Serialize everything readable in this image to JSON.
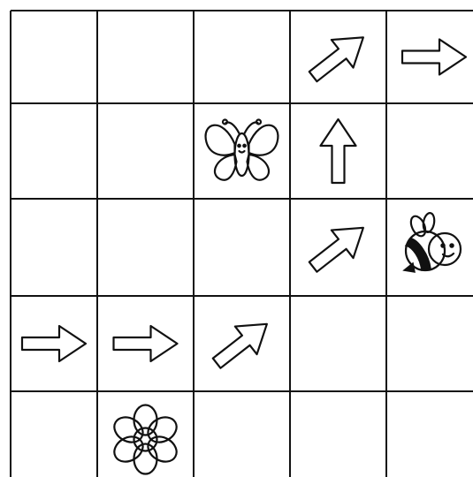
{
  "grid": {
    "rows": 5,
    "cols": 5
  },
  "colors": {
    "line": "#111111",
    "background": "#ffffff"
  },
  "pieces": [
    {
      "kind": "arrow",
      "icon": "arrow-up-right-icon",
      "row": 0,
      "col": 3
    },
    {
      "kind": "arrow",
      "icon": "arrow-right-icon",
      "row": 0,
      "col": 4
    },
    {
      "kind": "butterfly",
      "icon": "butterfly-icon",
      "row": 1,
      "col": 2
    },
    {
      "kind": "arrow",
      "icon": "arrow-up-icon",
      "row": 1,
      "col": 3
    },
    {
      "kind": "arrow",
      "icon": "arrow-up-right-icon",
      "row": 2,
      "col": 3
    },
    {
      "kind": "bee",
      "icon": "bee-icon",
      "row": 2,
      "col": 4
    },
    {
      "kind": "arrow",
      "icon": "arrow-right-icon",
      "row": 3,
      "col": 0
    },
    {
      "kind": "arrow",
      "icon": "arrow-right-icon",
      "row": 3,
      "col": 1
    },
    {
      "kind": "arrow",
      "icon": "arrow-up-right-icon",
      "row": 3,
      "col": 2
    },
    {
      "kind": "flower",
      "icon": "flower-icon",
      "row": 4,
      "col": 1
    }
  ]
}
